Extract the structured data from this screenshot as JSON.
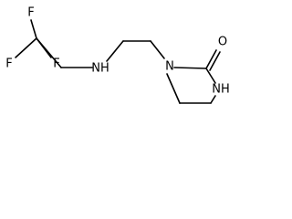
{
  "molecule": {
    "atoms": [
      {
        "id": "F1",
        "label": "F"
      },
      {
        "id": "F2",
        "label": "F"
      },
      {
        "id": "F3",
        "label": "F"
      },
      {
        "id": "N_amine",
        "label": "NH"
      },
      {
        "id": "N_ring",
        "label": "N"
      },
      {
        "id": "O",
        "label": "O"
      },
      {
        "id": "N_ring_h",
        "label": "NH"
      }
    ]
  }
}
